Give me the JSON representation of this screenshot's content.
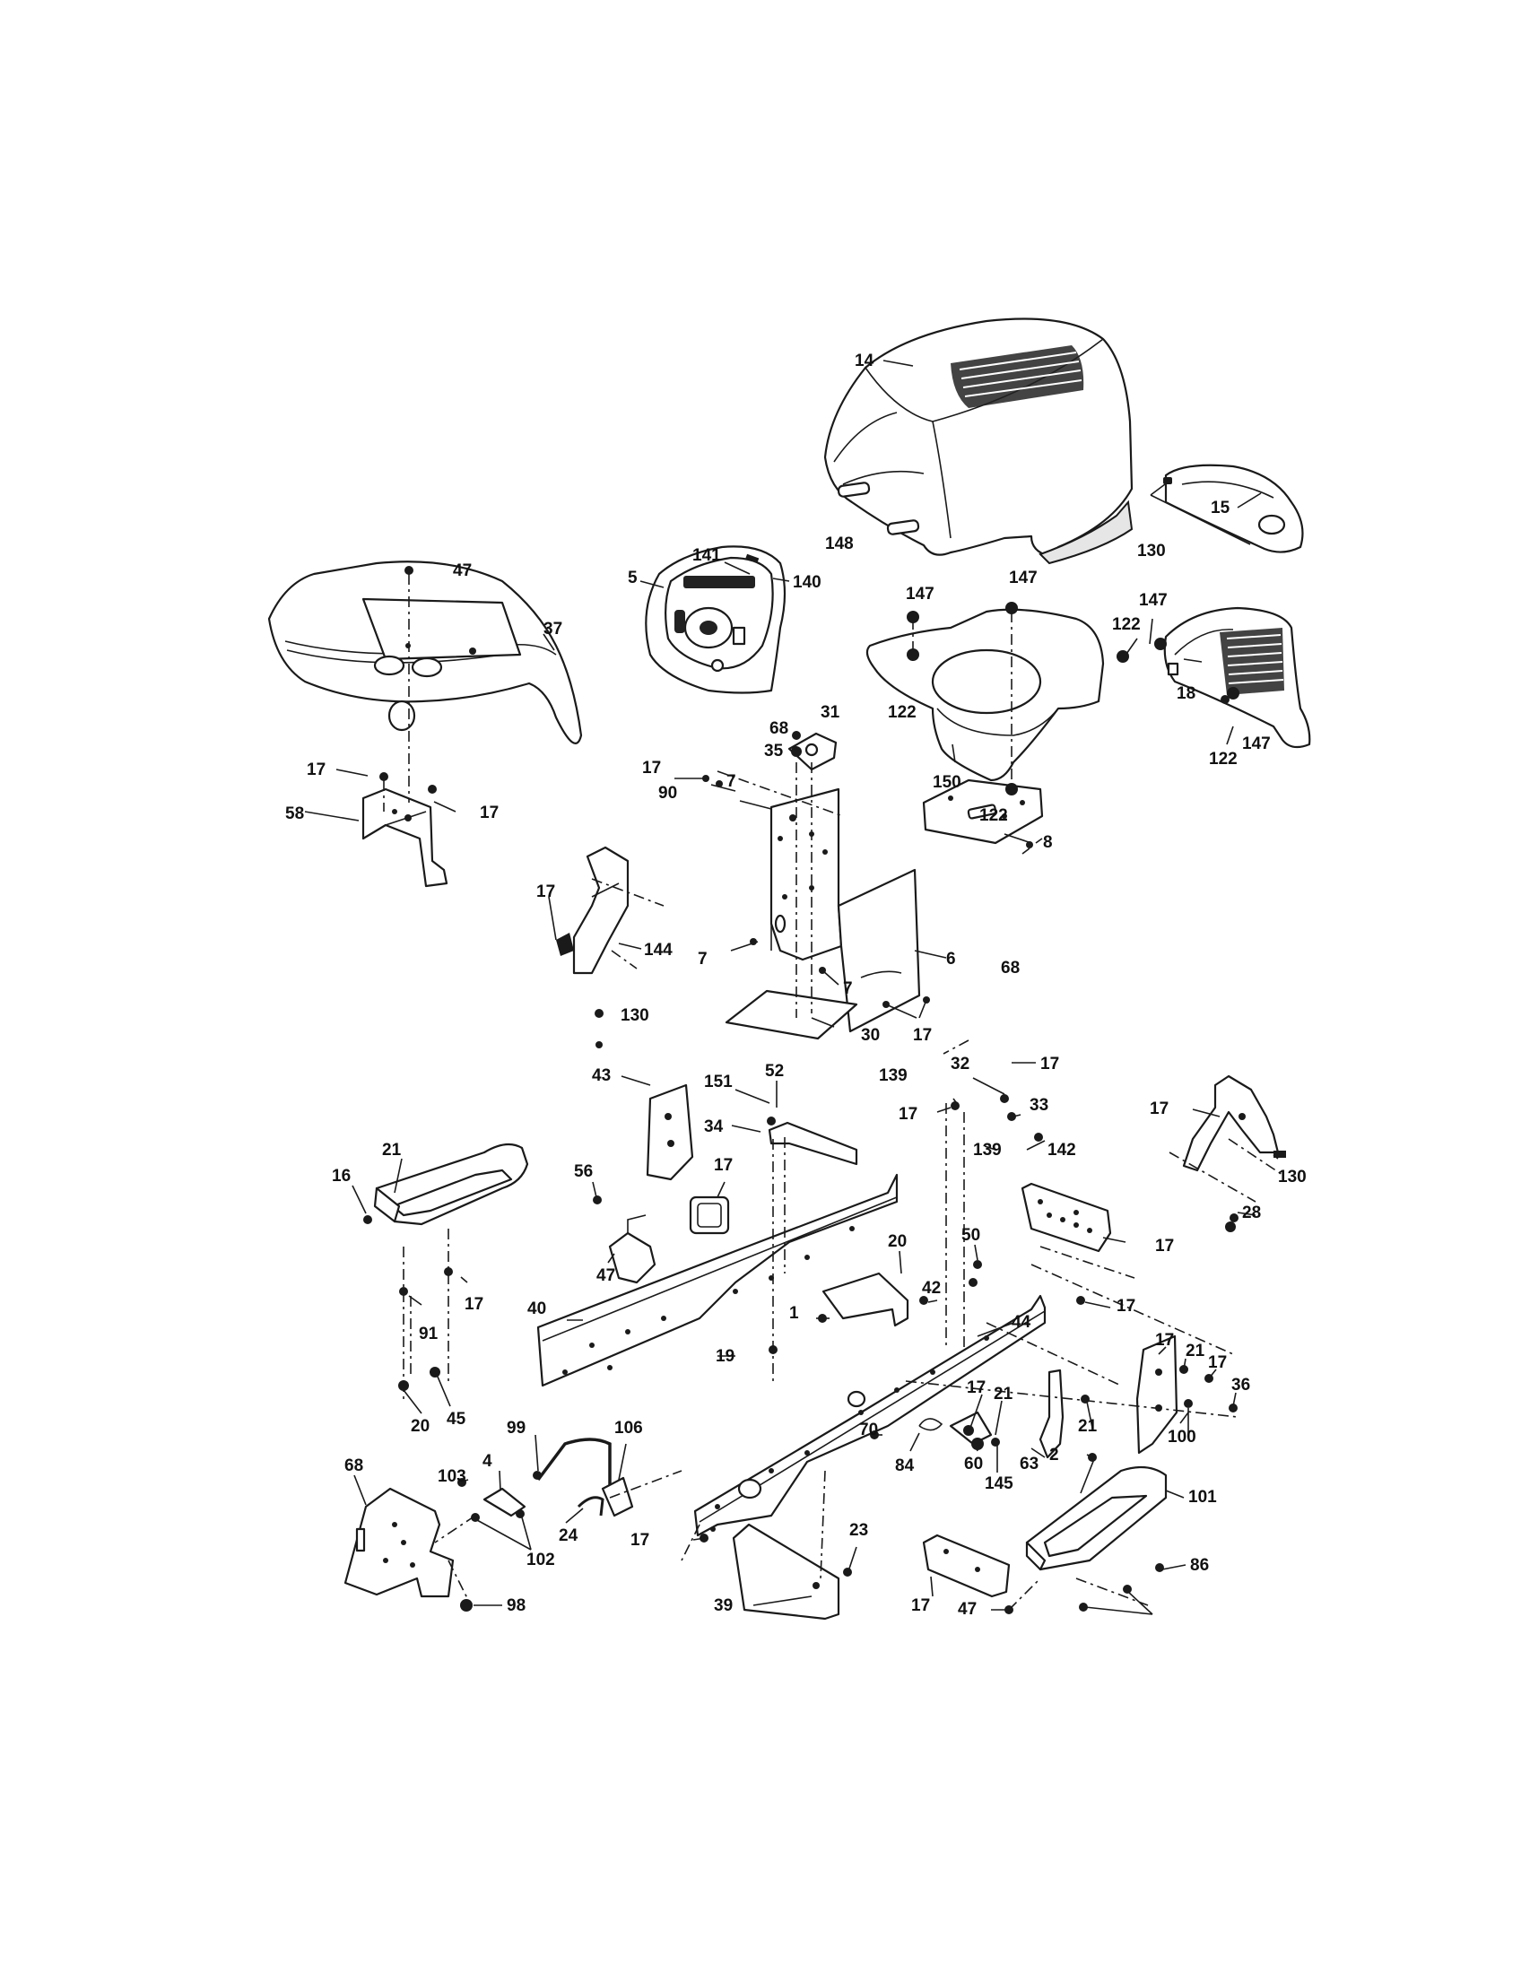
{
  "diagram": {
    "callouts": [
      {
        "id": "c14",
        "text": "14"
      },
      {
        "id": "c148",
        "text": "148"
      },
      {
        "id": "c15",
        "text": "15"
      },
      {
        "id": "c130a",
        "text": "130"
      },
      {
        "id": "c141",
        "text": "141"
      },
      {
        "id": "c140",
        "text": "140"
      },
      {
        "id": "c5",
        "text": "5"
      },
      {
        "id": "c47a",
        "text": "47"
      },
      {
        "id": "c37",
        "text": "37"
      },
      {
        "id": "c147a",
        "text": "147"
      },
      {
        "id": "c147b",
        "text": "147"
      },
      {
        "id": "c147c",
        "text": "147"
      },
      {
        "id": "c122a",
        "text": "122"
      },
      {
        "id": "c18",
        "text": "18"
      },
      {
        "id": "c122b",
        "text": "122"
      },
      {
        "id": "c147d",
        "text": "147"
      },
      {
        "id": "c122c",
        "text": "122"
      },
      {
        "id": "c150",
        "text": "150"
      },
      {
        "id": "c122d",
        "text": "122"
      },
      {
        "id": "c68a",
        "text": "68"
      },
      {
        "id": "c31",
        "text": "31"
      },
      {
        "id": "c35a",
        "text": "35"
      },
      {
        "id": "c17a",
        "text": "17"
      },
      {
        "id": "c17b",
        "text": "17"
      },
      {
        "id": "c58",
        "text": "58"
      },
      {
        "id": "c17c",
        "text": "17"
      },
      {
        "id": "c90",
        "text": "90"
      },
      {
        "id": "c8",
        "text": "8"
      },
      {
        "id": "c7a",
        "text": "7"
      },
      {
        "id": "c6",
        "text": "6"
      },
      {
        "id": "c68b",
        "text": "68"
      },
      {
        "id": "c7b",
        "text": "7"
      },
      {
        "id": "c7c",
        "text": "7"
      },
      {
        "id": "c17d",
        "text": "17"
      },
      {
        "id": "c30",
        "text": "30"
      },
      {
        "id": "c17e",
        "text": "17"
      },
      {
        "id": "c144",
        "text": "144"
      },
      {
        "id": "c130b",
        "text": "130"
      },
      {
        "id": "c43",
        "text": "43"
      },
      {
        "id": "c151",
        "text": "151"
      },
      {
        "id": "c52",
        "text": "52"
      },
      {
        "id": "c34",
        "text": "34"
      },
      {
        "id": "c139a",
        "text": "139"
      },
      {
        "id": "c32",
        "text": "32"
      },
      {
        "id": "c17f",
        "text": "17"
      },
      {
        "id": "c17g",
        "text": "17"
      },
      {
        "id": "c33",
        "text": "33"
      },
      {
        "id": "c139b",
        "text": "139"
      },
      {
        "id": "c142",
        "text": "142"
      },
      {
        "id": "c17h",
        "text": "17"
      },
      {
        "id": "c130c",
        "text": "130"
      },
      {
        "id": "c28",
        "text": "28"
      },
      {
        "id": "c21a",
        "text": "21"
      },
      {
        "id": "c16",
        "text": "16"
      },
      {
        "id": "c17i",
        "text": "17"
      },
      {
        "id": "c56",
        "text": "56"
      },
      {
        "id": "c47b",
        "text": "47"
      },
      {
        "id": "c17j",
        "text": "17"
      },
      {
        "id": "c91",
        "text": "91"
      },
      {
        "id": "c40",
        "text": "40"
      },
      {
        "id": "c20a",
        "text": "20"
      },
      {
        "id": "c42",
        "text": "42"
      },
      {
        "id": "c50",
        "text": "50"
      },
      {
        "id": "c17k",
        "text": "17"
      },
      {
        "id": "c17l",
        "text": "17"
      },
      {
        "id": "c1",
        "text": "1"
      },
      {
        "id": "c44",
        "text": "44"
      },
      {
        "id": "c17m",
        "text": "17"
      },
      {
        "id": "c21b",
        "text": "21"
      },
      {
        "id": "c17n",
        "text": "17"
      },
      {
        "id": "c36",
        "text": "36"
      },
      {
        "id": "c19",
        "text": "19"
      },
      {
        "id": "c20b",
        "text": "20"
      },
      {
        "id": "c45",
        "text": "45"
      },
      {
        "id": "c17o",
        "text": "17"
      },
      {
        "id": "c21c",
        "text": "21"
      },
      {
        "id": "c21d",
        "text": "21"
      },
      {
        "id": "c100",
        "text": "100"
      },
      {
        "id": "c99",
        "text": "99"
      },
      {
        "id": "c106",
        "text": "106"
      },
      {
        "id": "c70",
        "text": "70"
      },
      {
        "id": "c84",
        "text": "84"
      },
      {
        "id": "c63",
        "text": "63"
      },
      {
        "id": "c60",
        "text": "60"
      },
      {
        "id": "c145",
        "text": "145"
      },
      {
        "id": "c2",
        "text": "2"
      },
      {
        "id": "c68c",
        "text": "68"
      },
      {
        "id": "c103",
        "text": "103"
      },
      {
        "id": "c4",
        "text": "4"
      },
      {
        "id": "c102",
        "text": "102"
      },
      {
        "id": "c24",
        "text": "24"
      },
      {
        "id": "c101",
        "text": "101"
      },
      {
        "id": "c17p",
        "text": "17"
      },
      {
        "id": "c23",
        "text": "23"
      },
      {
        "id": "c86",
        "text": "86"
      },
      {
        "id": "c98",
        "text": "98"
      },
      {
        "id": "c39",
        "text": "39"
      },
      {
        "id": "c17q",
        "text": "17"
      },
      {
        "id": "c47c",
        "text": "47"
      }
    ]
  }
}
